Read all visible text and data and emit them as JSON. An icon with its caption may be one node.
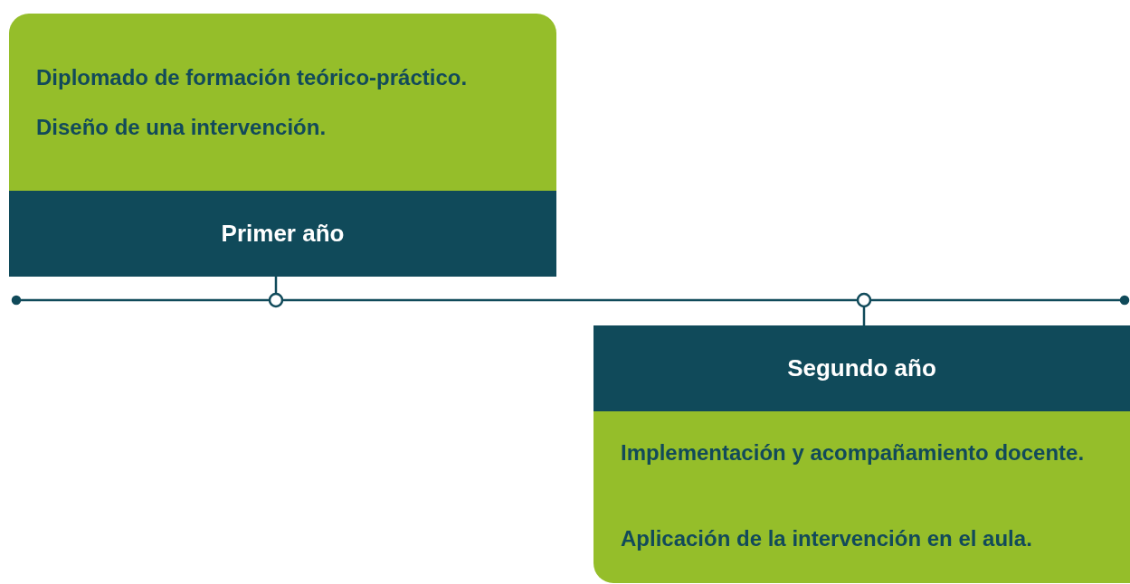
{
  "diagram": {
    "nodes": [
      {
        "text": [
          "Diplomado de formación teórico-práctico.",
          "Diseño de una intervención.",
          "Primer año"
        ]
      },
      {
        "text": [
          "Segundo año",
          "Implementación y acompañamiento docente.",
          "Aplicación de la intervención en el aula."
        ]
      },
      {
        "text": [],
        "shape": "circle"
      },
      {
        "text": [],
        "shape": "circle"
      },
      {
        "text": [],
        "shape": "circle"
      },
      {
        "text": [],
        "shape": "circle"
      }
    ],
    "edges": [
      {
        "from": 2,
        "to": 3,
        "arrow": "none"
      },
      {
        "from": 3,
        "to": 4,
        "arrow": "none"
      },
      {
        "from": 4,
        "to": 5,
        "arrow": "none"
      },
      {
        "from": 3,
        "to": 0,
        "arrow": "none"
      },
      {
        "from": 4,
        "to": 1,
        "arrow": "none"
      }
    ]
  }
}
